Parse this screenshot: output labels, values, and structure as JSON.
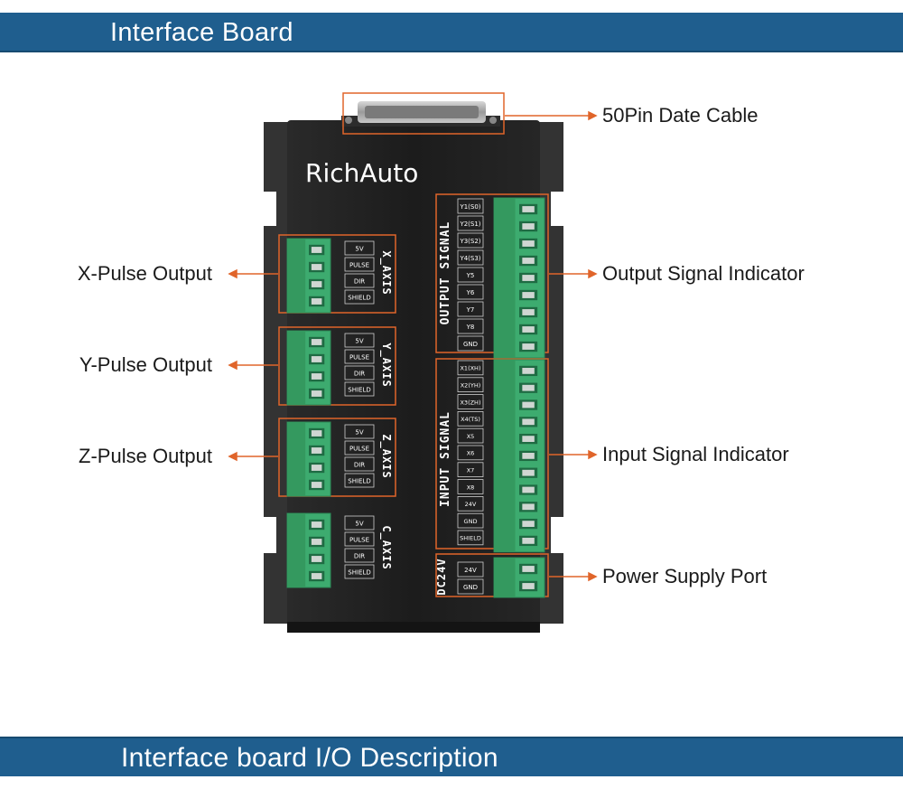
{
  "header": {
    "title": "Interface Board"
  },
  "footer": {
    "title": "Interface board I/O Description"
  },
  "device": {
    "brand": "RichAuto",
    "axes": [
      {
        "name": "X_AXIS",
        "pins": [
          "5V",
          "PULSE",
          "DIR",
          "SHIELD"
        ]
      },
      {
        "name": "Y_AXIS",
        "pins": [
          "5V",
          "PULSE",
          "DIR",
          "SHIELD"
        ]
      },
      {
        "name": "Z_AXIS",
        "pins": [
          "5V",
          "PULSE",
          "DIR",
          "SHIELD"
        ]
      },
      {
        "name": "C_AXIS",
        "pins": [
          "5V",
          "PULSE",
          "DIR",
          "SHIELD"
        ]
      }
    ],
    "output_signal": {
      "title": "OUTPUT SIGNAL",
      "pins": [
        "Y1(S0)",
        "Y2(S1)",
        "Y3(S2)",
        "Y4(S3)",
        "Y5",
        "Y6",
        "Y7",
        "Y8",
        "GND"
      ]
    },
    "input_signal": {
      "title": "INPUT SIGNAL",
      "pins": [
        "X1(XH)",
        "X2(YH)",
        "X3(ZH)",
        "X4(TS)",
        "X5",
        "X6",
        "X7",
        "X8",
        "24V",
        "GND",
        "SHIELD"
      ]
    },
    "power": {
      "title": "DC24V",
      "pins": [
        "24V",
        "GND"
      ]
    }
  },
  "callouts": {
    "cable": "50Pin Date Cable",
    "output_indicator": "Output Signal Indicator",
    "input_indicator": "Input Signal Indicator",
    "power_port": "Power Supply Port",
    "x_pulse": "X-Pulse Output",
    "y_pulse": "Y-Pulse Output",
    "z_pulse": "Z-Pulse Output"
  },
  "colors": {
    "banner": "#1f5e8e",
    "accent_orange": "#e0652a",
    "terminal_green": "#3dab6f",
    "board_body": "#1e1e1e"
  }
}
